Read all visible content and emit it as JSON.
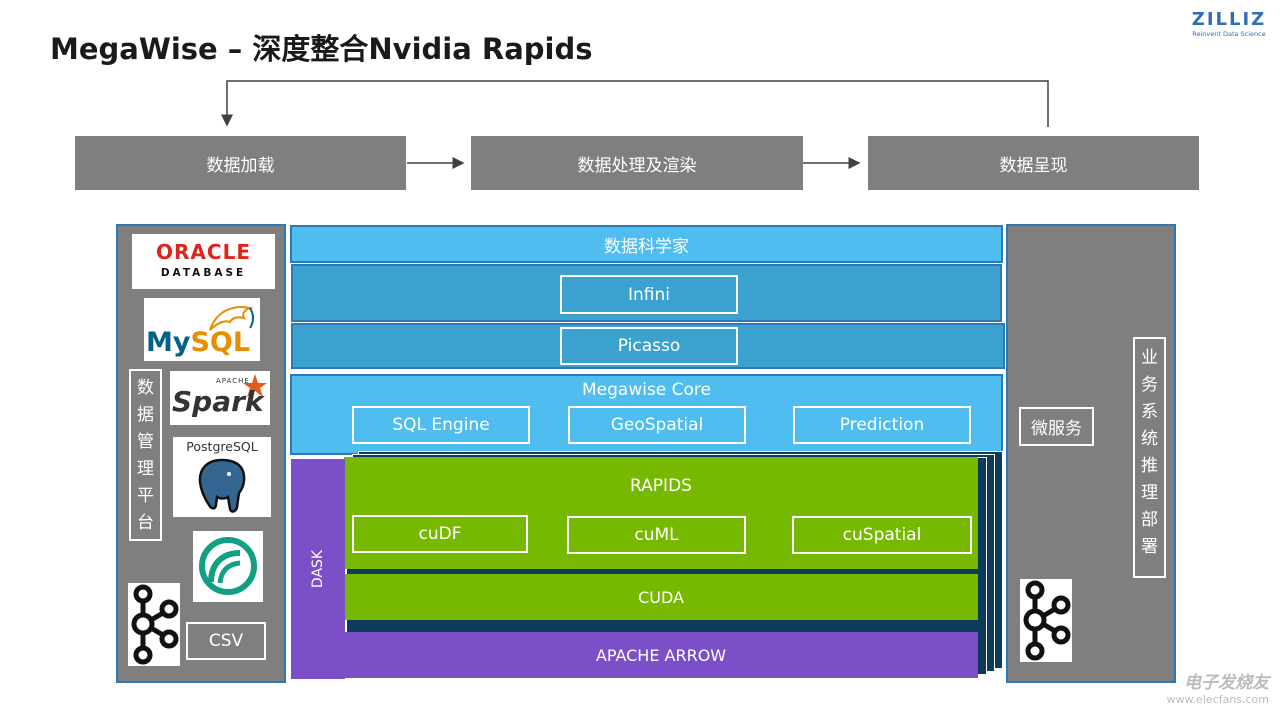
{
  "title": "MegaWise – 深度整合Nvidia Rapids",
  "brand": {
    "name": "ZILLIZ",
    "tagline": "Reinvent Data Science"
  },
  "flow": {
    "load": "数据加载",
    "process": "数据处理及渲染",
    "present": "数据呈现"
  },
  "left_panel": {
    "label_chars": [
      "数",
      "据",
      "管",
      "理",
      "平",
      "台"
    ],
    "oracle_top": "ORACLE",
    "oracle_bottom": "DATABASE",
    "mysql_my": "My",
    "mysql_sql": "SQL",
    "spark_apache": "APACHE",
    "spark": "Spark",
    "postgres": "PostgreSQL",
    "csv": "CSV"
  },
  "stack": {
    "scientist": "数据科学家",
    "infini": "Infini",
    "picasso": "Picasso",
    "core": "Megawise Core",
    "core_modules": [
      "SQL Engine",
      "GeoSpatial",
      "Prediction"
    ],
    "rapids": "RAPIDS",
    "rapids_modules": [
      "cuDF",
      "cuML",
      "cuSpatial"
    ],
    "cuda": "CUDA",
    "arrow": "APACHE ARROW",
    "dask": "DASK"
  },
  "right_panel": {
    "microservice": "微服务",
    "deploy_chars": [
      "业",
      "务",
      "系",
      "统",
      "推",
      "理",
      "部",
      "署"
    ]
  },
  "watermark": {
    "name": "电子发烧友",
    "url": "www.elecfans.com"
  },
  "colors": {
    "grey": "#7f7f7f",
    "sky_blue": "#4fbdf0",
    "mid_blue": "#3ba2d0",
    "border_blue": "#2c79b6",
    "nvidia_green": "#77b900",
    "purple": "#7b4fc8",
    "navy_shadow": "#0e3a5c"
  }
}
